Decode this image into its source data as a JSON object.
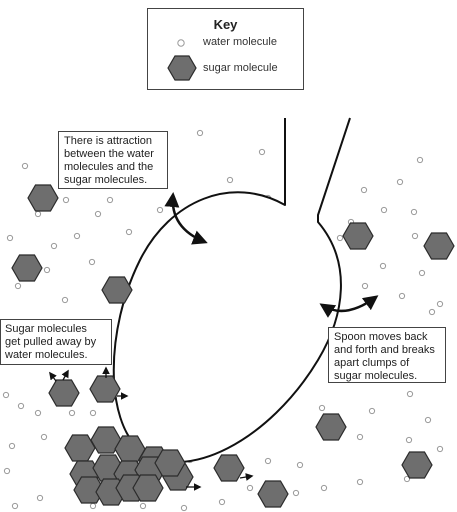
{
  "key": {
    "title": "Key",
    "water_label": "water molecule",
    "sugar_label": "sugar molecule"
  },
  "notes": {
    "attraction": "There is attraction\nbetween the water\nmolecules and the\nsugar molecules.",
    "pulled": "Sugar molecules\nget pulled away by\nwater molecules.",
    "spoon": "Spoon moves back\nand forth and breaks\napart clumps of\nsugar molecules."
  },
  "colors": {
    "sugar_fill": "#6e6e6e",
    "sugar_stroke": "#2b2b2b",
    "water_stroke": "#9a9a9a",
    "outline": "#111111"
  },
  "icons": {
    "water": "small-circle",
    "sugar": "hexagon",
    "motion": "double-arrow"
  }
}
